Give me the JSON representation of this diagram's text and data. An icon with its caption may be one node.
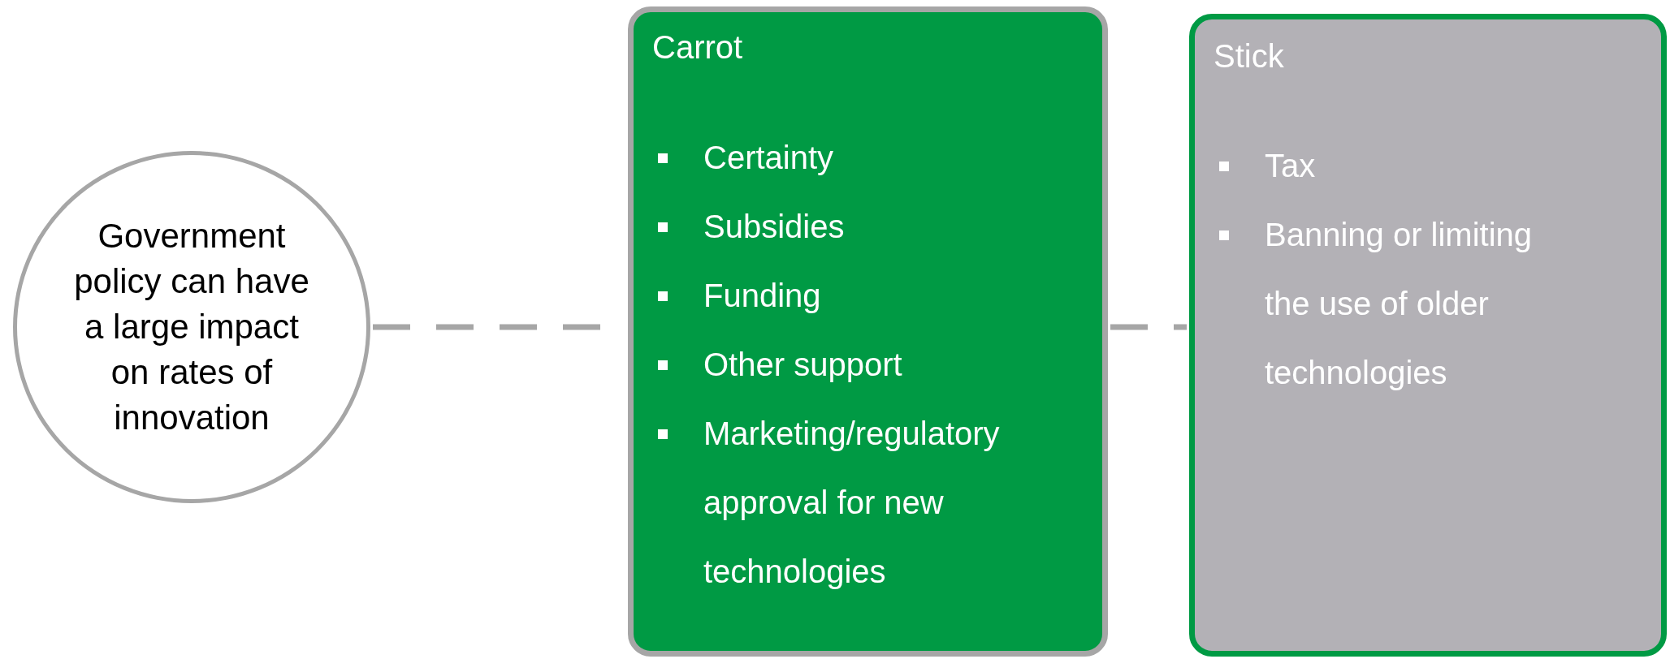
{
  "diagram": {
    "nodes": [
      {
        "text": [
          "Government policy can have a large impact on rates of innovation"
        ]
      },
      {
        "text": [
          "Carrot",
          "Certainty",
          "Subsidies",
          "Funding",
          "Other support",
          "Marketing/regulatory approval for new technologies"
        ]
      },
      {
        "text": [
          "Stick",
          "Tax",
          "Banning or limiting the use of older technologies"
        ]
      }
    ],
    "edges": [
      {
        "from": 0,
        "to": 1,
        "arrow": "none",
        "style": "dashed"
      },
      {
        "from": 1,
        "to": 2,
        "arrow": "none",
        "style": "dashed"
      }
    ]
  }
}
